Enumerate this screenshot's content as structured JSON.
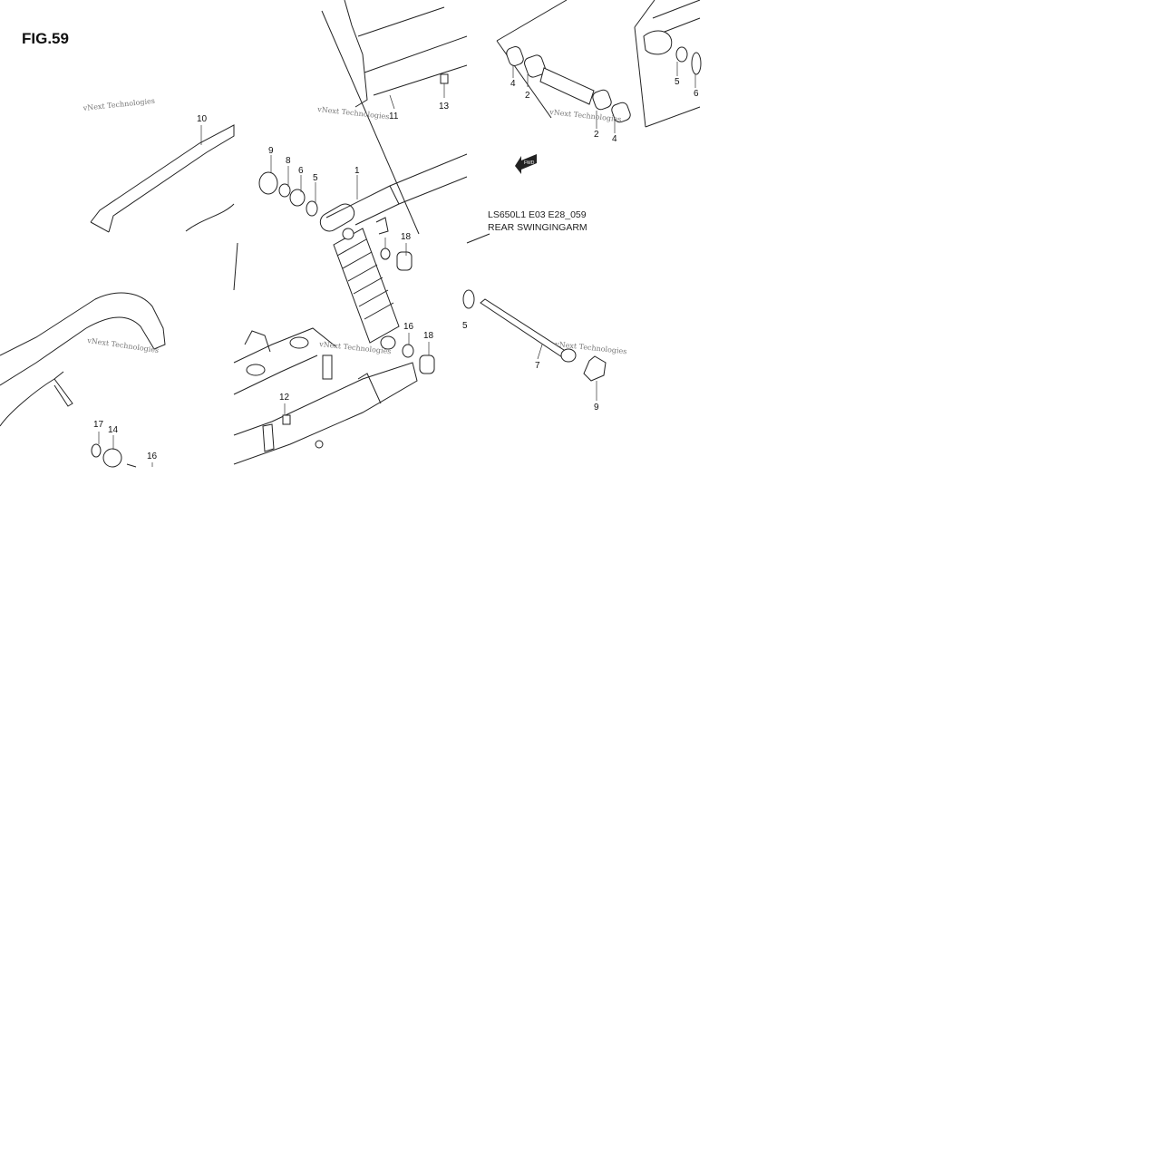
{
  "figure": {
    "title": "FIG.59",
    "model_code": "LS650L1 E03 E28_059",
    "section_name": "REAR SWINGINGARM"
  },
  "fwd_arrow": {
    "label": "FWD",
    "icon": "fwd-arrow-icon"
  },
  "watermark": "vNext Technologies",
  "callouts": [
    "10",
    "9",
    "8",
    "6",
    "5",
    "1",
    "11",
    "13",
    "4",
    "2",
    "2",
    "4",
    "5",
    "6",
    "18",
    "16",
    "18",
    "12",
    "17",
    "14",
    "16",
    "7",
    "9",
    "5"
  ]
}
